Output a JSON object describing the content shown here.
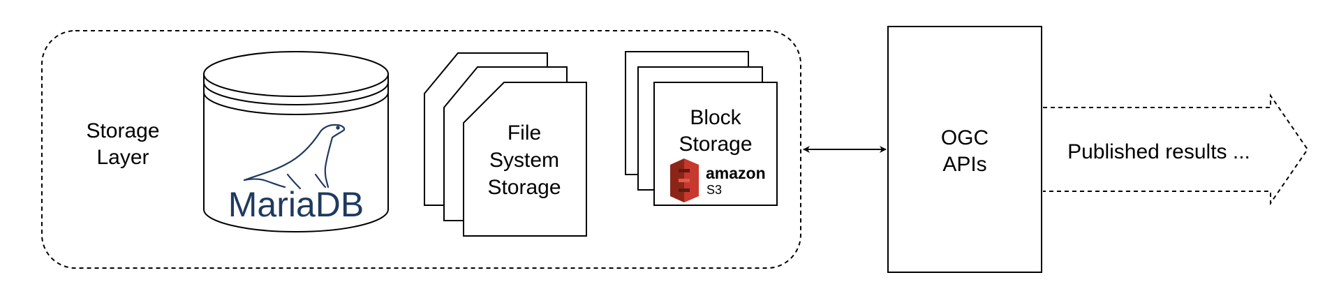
{
  "storage_layer": {
    "label_line1": "Storage",
    "label_line2": "Layer"
  },
  "database": {
    "logo_text": "MariaDB",
    "logo_icon": "seal-icon",
    "color": "#1f3a5f"
  },
  "file_storage": {
    "line1": "File",
    "line2": "System",
    "line3": "Storage"
  },
  "block_storage": {
    "line1": "Block",
    "line2": "Storage",
    "logo_word": "amazon",
    "logo_sub": "S3",
    "logo_icon": "amazon-s3-bucket-icon",
    "logo_color": "#c7382e"
  },
  "ogc": {
    "line1": "OGC",
    "line2": "APIs"
  },
  "output": {
    "label": "Published results ..."
  },
  "colors": {
    "stroke": "#000000",
    "background": "#ffffff"
  }
}
